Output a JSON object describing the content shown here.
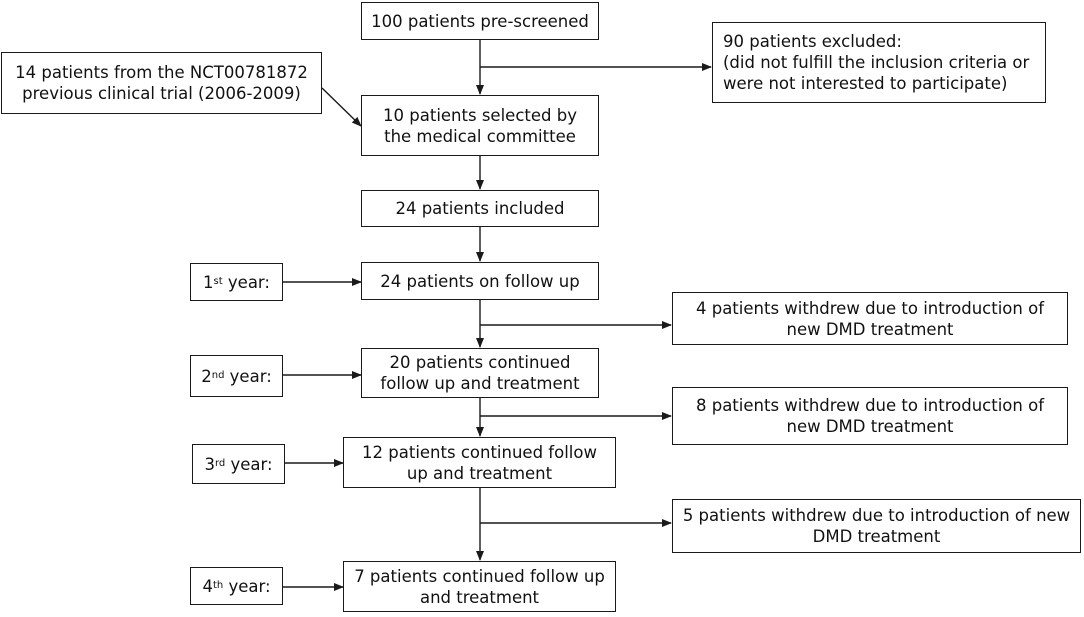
{
  "boxes": {
    "prescreened": "100 patients pre-screened",
    "previous_trial": [
      "14 patients from the NCT00781872",
      "previous clinical trial (2006-2009)"
    ],
    "excluded": [
      "90 patients excluded:",
      "(did not fulfill the inclusion criteria or",
      "were not interested to participate)"
    ],
    "selected": [
      "10 patients selected by",
      "the medical committee"
    ],
    "included": "24 patients included",
    "followup_24": "24 patients on follow up",
    "withdrew_4": [
      "4 patients withdrew due to introduction of",
      "new DMD treatment"
    ],
    "continued_20": [
      "20 patients continued",
      "follow up and treatment"
    ],
    "withdrew_8": [
      "8 patients withdrew due to introduction of",
      "new DMD treatment"
    ],
    "continued_12": [
      "12 patients continued follow",
      "up and treatment"
    ],
    "withdrew_5": [
      "5 patients withdrew due to introduction of new",
      "DMD treatment"
    ],
    "continued_7": [
      "7 patients continued follow up",
      "and treatment"
    ]
  },
  "years": [
    {
      "num": "1",
      "sup": "st",
      "label": " year:"
    },
    {
      "num": "2",
      "sup": "nd",
      "label": " year:"
    },
    {
      "num": "3",
      "sup": "rd",
      "label": " year:"
    },
    {
      "num": "4",
      "sup": "th",
      "label": " year:"
    }
  ]
}
